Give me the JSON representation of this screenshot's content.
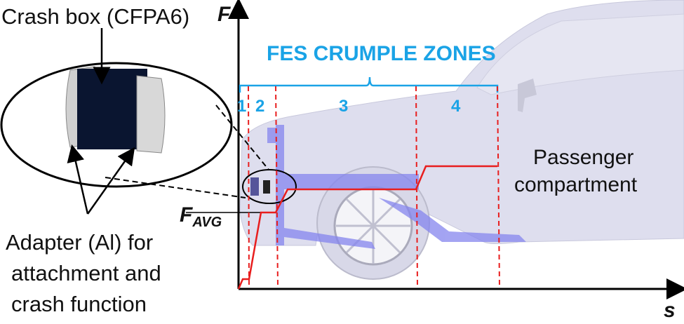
{
  "labels": {
    "crash_box": "Crash box (CFPA6)",
    "adapter": [
      "Adapter (Al) for",
      "attachment and",
      "crash function"
    ],
    "y_axis": "F",
    "x_axis": "s",
    "f_avg_main": "F",
    "f_avg_sub": "AVG",
    "title": "FES CRUMPLE ZONES",
    "zones": [
      "1",
      "2",
      "3",
      "4"
    ],
    "passenger": [
      "Passenger",
      "compartment"
    ]
  },
  "colors": {
    "zone": "#1aa3e6",
    "curve": "#e81e1e",
    "car": "#dcdcec",
    "structure": "#8080f0"
  },
  "chart_data": {
    "type": "line",
    "xlabel": "s",
    "ylabel": "F",
    "zone_labels": [
      "1",
      "2",
      "3",
      "4"
    ],
    "force_levels_relative": [
      0.05,
      0.38,
      0.49,
      0.6
    ]
  }
}
